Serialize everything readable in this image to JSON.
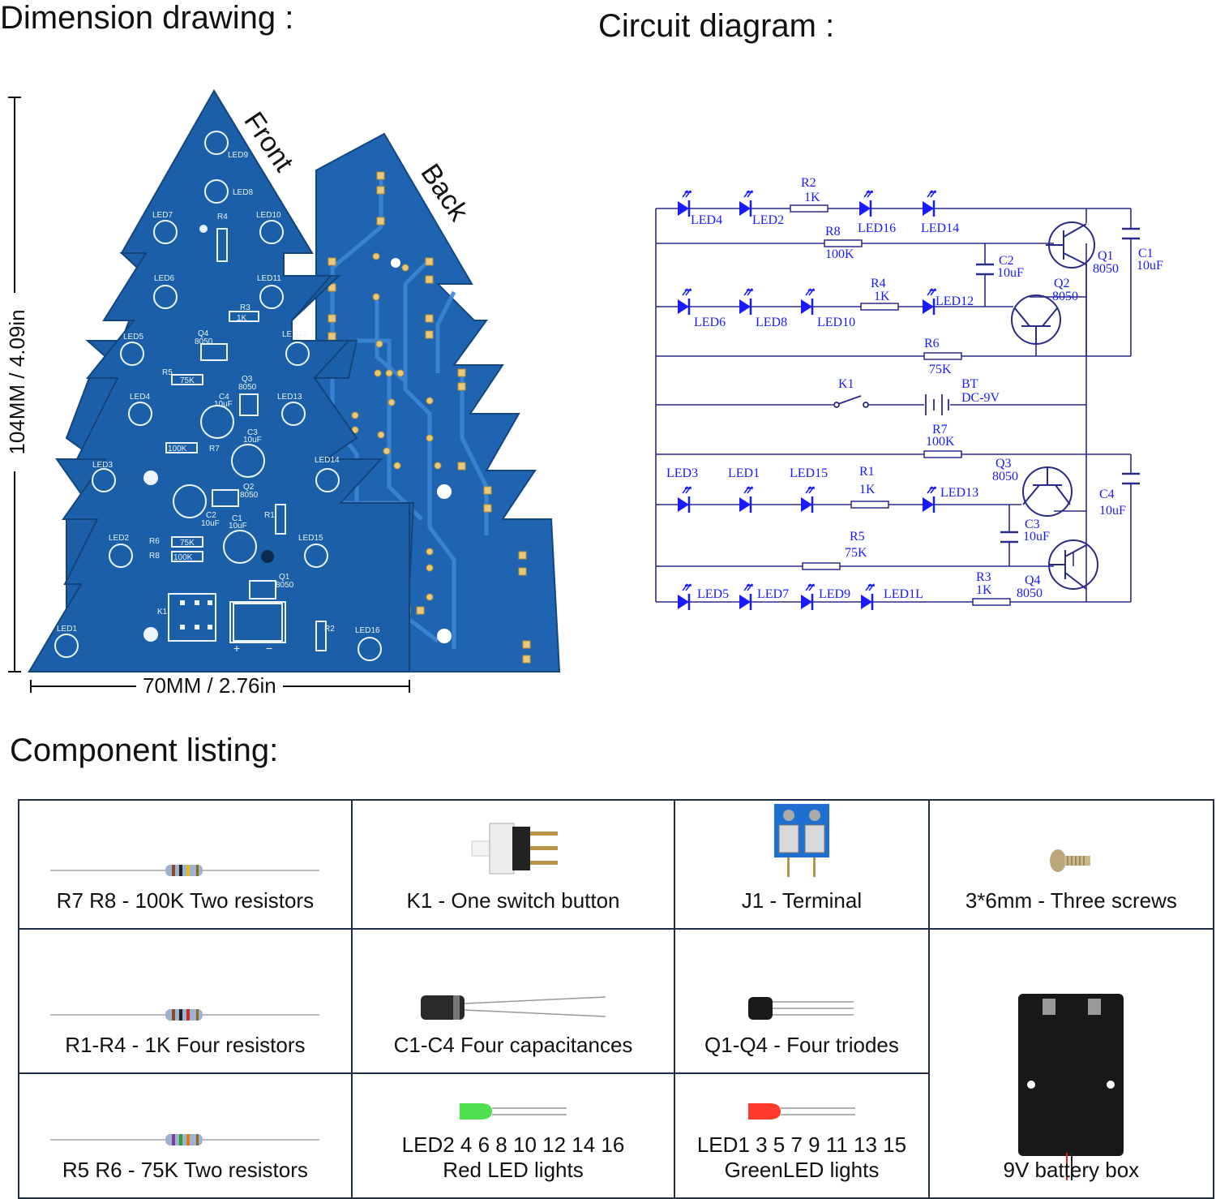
{
  "headings": {
    "dimension": "Dimension drawing :",
    "circuit": "Circuit diagram :",
    "components": "Component listing:"
  },
  "dimension": {
    "height_label": "104MM / 4.09in",
    "width_label": "70MM / 2.76in",
    "front_label": "Front",
    "back_label": "Back"
  },
  "pcb_labels": {
    "led9": "LED9",
    "led8": "LED8",
    "led7": "LED7",
    "r4": "R4",
    "led10": "LED10",
    "led6": "LED6",
    "led11": "LED11",
    "r3": "R3",
    "r3_val": "1K",
    "led5": "LED5",
    "q4": "Q4",
    "q4_val": "8050",
    "led12": "LED12",
    "r5": "R5",
    "r5_val": "75K",
    "q3": "Q3",
    "q3_val": "8050",
    "led4": "LED4",
    "c4": "C4",
    "c4_val": "10uF",
    "led13": "LED13",
    "c3": "C3",
    "c3_val": "10uF",
    "r7_val": "100K",
    "r7": "R7",
    "led3": "LED3",
    "led14": "LED14",
    "q2": "Q2",
    "q2_val": "8050",
    "c2": "C2",
    "c2_val": "10uF",
    "c1": "C1",
    "c1_val": "10uF",
    "r1": "R1",
    "led2": "LED2",
    "r6": "R6",
    "r6_val": "75K",
    "r8": "R8",
    "r8_val": "100K",
    "led15": "LED15",
    "q1": "Q1",
    "q1_val": "8050",
    "k1": "K1",
    "led1": "LED1",
    "r2": "R2",
    "led16": "LED16",
    "plus": "+",
    "minus": "−"
  },
  "schematic": {
    "row1": {
      "leds": [
        "LED4",
        "LED2",
        "LED16",
        "LED14"
      ],
      "r": "R2",
      "r_val": "1K"
    },
    "r8": {
      "name": "R8",
      "val": "100K"
    },
    "c2": {
      "name": "C2",
      "val": "10uF"
    },
    "q1": {
      "name": "Q1",
      "val": "8050"
    },
    "c1": {
      "name": "C1",
      "val": "10uF"
    },
    "row2": {
      "leds": [
        "LED6",
        "LED8",
        "LED10",
        "LED12"
      ],
      "r": "R4",
      "r_val": "1K"
    },
    "q2": {
      "name": "Q2",
      "val": "8050"
    },
    "r6": {
      "name": "R6",
      "val": "75K"
    },
    "k1": "K1",
    "bt": {
      "name": "BT",
      "val": "DC-9V"
    },
    "r7": {
      "name": "R7",
      "val": "100K"
    },
    "row3": {
      "leds": [
        "LED3",
        "LED1",
        "LED15",
        "LED13"
      ],
      "r": "R1",
      "r_val": "1K"
    },
    "q3": {
      "name": "Q3",
      "val": "8050"
    },
    "c4": {
      "name": "C4",
      "val": "10uF"
    },
    "c3": {
      "name": "C3",
      "val": "10uF"
    },
    "r5": {
      "name": "R5",
      "val": "75K"
    },
    "row4": {
      "leds": [
        "LED5",
        "LED7",
        "LED9",
        "LED1L"
      ],
      "r": "R3",
      "r_val": "1K"
    },
    "q4": {
      "name": "Q4",
      "val": "8050"
    }
  },
  "components": {
    "r7r8": "R7 R8 - 100K Two resistors",
    "k1": "K1 - One switch button",
    "j1": "J1 - Terminal",
    "screws": "3*6mm  - Three screws",
    "r1r4": "R1-R4 - 1K Four resistors",
    "c1c4": "C1-C4  Four capacitances",
    "q1q4": "Q1-Q4 - Four triodes",
    "battery": "9V battery box",
    "r5r6": "R5 R6 - 75K Two resistors",
    "red_led_1": "LED2 4 6 8 10 12 14 16",
    "red_led_2": "Red LED lights",
    "green_led_1": "LED1 3 5 7 9 11 13 15",
    "green_led_2": "GreenLED lights"
  },
  "colors": {
    "pcb_blue": "#1b5fa8",
    "schematic_wire": "#2a2a8a",
    "schematic_led": "#1a1aff",
    "table_border": "#1d2e45"
  }
}
